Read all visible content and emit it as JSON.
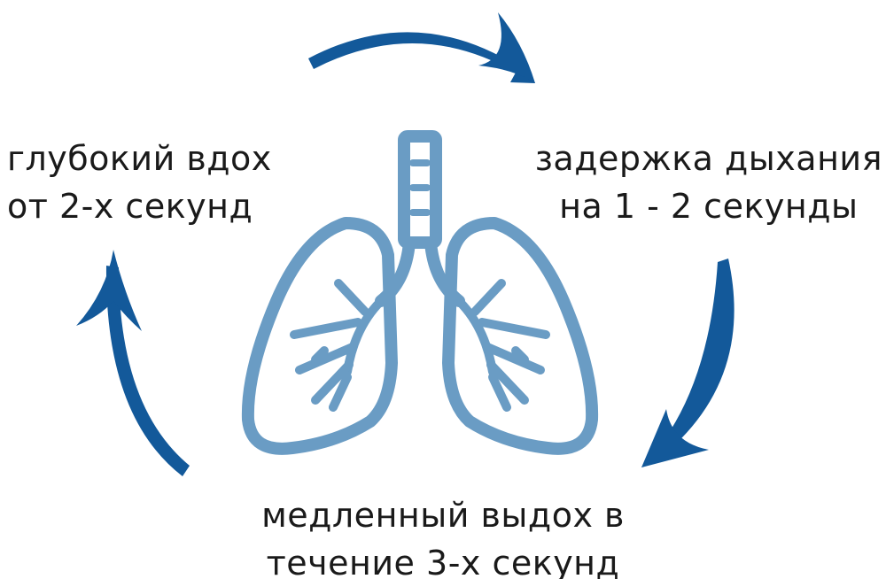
{
  "labels": {
    "inhale": {
      "line1": "глубокий вдох",
      "line2": "от 2-х секунд"
    },
    "hold": {
      "line1": "задержка дыхания",
      "line2": "на 1 - 2 секунды"
    },
    "exhale": {
      "line1": "медленный выдох в",
      "line2": "течение 3-х секунд"
    }
  },
  "colors": {
    "arrow": "#13599A",
    "lungs": "#6A9CC4",
    "text": "#1A1A1A"
  },
  "icons": [
    "lungs-icon",
    "arrow-top-icon",
    "arrow-right-icon",
    "arrow-left-icon"
  ]
}
